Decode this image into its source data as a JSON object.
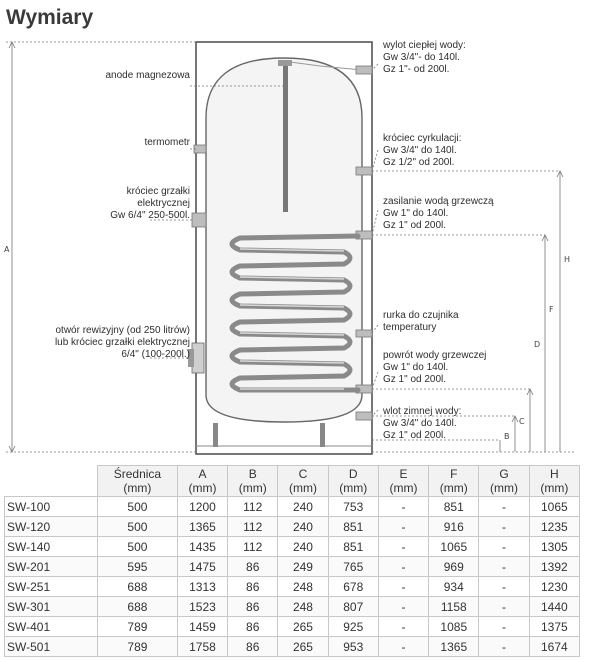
{
  "title": "Wymiary",
  "labels": {
    "anode": "anode magnezowa",
    "thermometer": "termometr",
    "heater": [
      "króciec grzałki",
      "elektrycznej",
      "Gw 6/4\" 250-500l."
    ],
    "inspection": [
      "otwór rewizyjny (od 250 litrów)",
      "lub króciec grzałki elektrycznej",
      "6/4\" (100-200l.)"
    ],
    "hot_water": [
      "wylot ciepłej wody:",
      "Gw 3/4\"- do 140l.",
      "Gz 1\"- od 200l."
    ],
    "circulation": [
      "króciec cyrkulacji:",
      "Gw 3/4\" do 140l.",
      "Gz 1/2\" od 200l."
    ],
    "heating_supply": [
      "zasilanie wodą grzewczą",
      "Gw 1\" do 140l.",
      "Gz 1\" od 200l."
    ],
    "sensor_tube": [
      "rurka do czujnika",
      "temperatury"
    ],
    "heating_return": [
      "powrót wody grzewczej",
      "Gw 1\" do 140l.",
      "Gz 1\" od 200l."
    ],
    "cold_water": [
      "wlot zimnej wody:",
      "Gw 3/4\" do 140l.",
      "Gz 1\" od 200l."
    ]
  },
  "dimension_letters": {
    "A": "A",
    "B": "B",
    "C": "C",
    "D": "D",
    "F": "F",
    "H": "H"
  },
  "table": {
    "headers": [
      [
        "Średnica",
        "(mm)"
      ],
      [
        "A",
        "(mm)"
      ],
      [
        "B",
        "(mm)"
      ],
      [
        "C",
        "(mm)"
      ],
      [
        "D",
        "(mm)"
      ],
      [
        "E",
        "(mm)"
      ],
      [
        "F",
        "(mm)"
      ],
      [
        "G",
        "(mm)"
      ],
      [
        "H",
        "(mm)"
      ]
    ],
    "rows": [
      [
        "SW-100",
        "500",
        "1200",
        "112",
        "240",
        "753",
        "-",
        "851",
        "-",
        "1065"
      ],
      [
        "SW-120",
        "500",
        "1365",
        "112",
        "240",
        "851",
        "-",
        "916",
        "-",
        "1235"
      ],
      [
        "SW-140",
        "500",
        "1435",
        "112",
        "240",
        "851",
        "-",
        "1065",
        "-",
        "1305"
      ],
      [
        "SW-201",
        "595",
        "1475",
        "86",
        "249",
        "765",
        "-",
        "969",
        "-",
        "1392"
      ],
      [
        "SW-251",
        "688",
        "1313",
        "86",
        "248",
        "678",
        "-",
        "934",
        "-",
        "1230"
      ],
      [
        "SW-301",
        "688",
        "1523",
        "86",
        "248",
        "807",
        "-",
        "1158",
        "-",
        "1440"
      ],
      [
        "SW-401",
        "789",
        "1459",
        "86",
        "265",
        "925",
        "-",
        "1085",
        "-",
        "1375"
      ],
      [
        "SW-501",
        "789",
        "1758",
        "86",
        "265",
        "953",
        "-",
        "1365",
        "-",
        "1674"
      ]
    ]
  }
}
